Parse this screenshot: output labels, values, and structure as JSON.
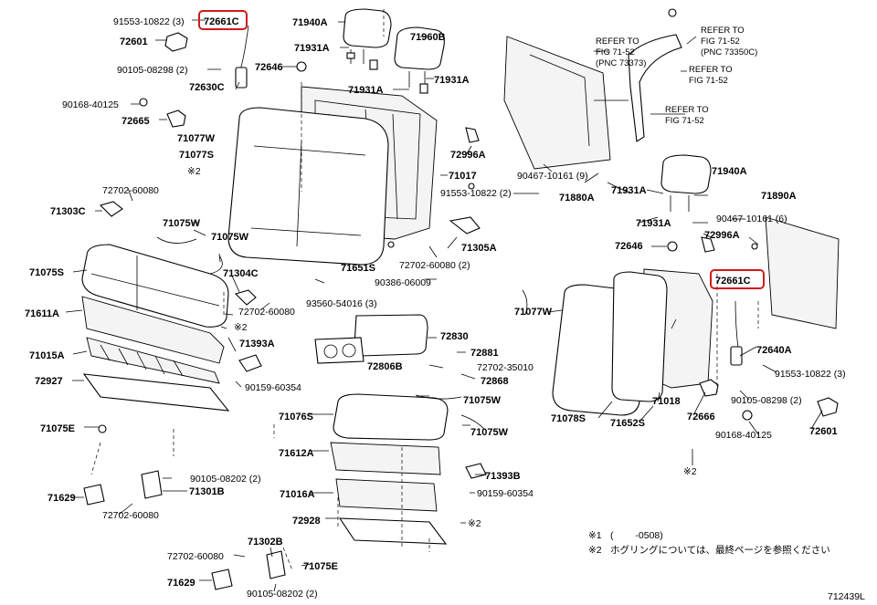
{
  "parts": [
    {
      "id": "p1",
      "label": "91553-10822 (3)"
    },
    {
      "id": "p2",
      "label": "72661C"
    },
    {
      "id": "p3",
      "label": "72601"
    },
    {
      "id": "p4",
      "label": "90105-08298 (2)"
    },
    {
      "id": "p5",
      "label": "72646"
    },
    {
      "id": "p6",
      "label": "72630C"
    },
    {
      "id": "p7",
      "label": "90168-40125"
    },
    {
      "id": "p8",
      "label": "72665"
    },
    {
      "id": "p9",
      "label": "71077W"
    },
    {
      "id": "p10",
      "label": "71077S"
    },
    {
      "id": "p11",
      "label": "※2"
    },
    {
      "id": "p12",
      "label": "72702-60080"
    },
    {
      "id": "p13",
      "label": "71303C"
    },
    {
      "id": "p14",
      "label": "71075W"
    },
    {
      "id": "p15",
      "label": "71075W"
    },
    {
      "id": "p16",
      "label": "71075S"
    },
    {
      "id": "p17",
      "label": "71304C"
    },
    {
      "id": "p18",
      "label": "72702-60080"
    },
    {
      "id": "p19",
      "label": "71611A"
    },
    {
      "id": "p20",
      "label": "※2"
    },
    {
      "id": "p21",
      "label": "71393A"
    },
    {
      "id": "p22",
      "label": "71015A"
    },
    {
      "id": "p23",
      "label": "72927"
    },
    {
      "id": "p24",
      "label": "90159-60354"
    },
    {
      "id": "p25",
      "label": "71075E"
    },
    {
      "id": "p26",
      "label": "90105-08202 (2)"
    },
    {
      "id": "p27",
      "label": "71301B"
    },
    {
      "id": "p28",
      "label": "71629"
    },
    {
      "id": "p29",
      "label": "72702-60080"
    },
    {
      "id": "p30",
      "label": "71940A"
    },
    {
      "id": "p31",
      "label": "71960B"
    },
    {
      "id": "p32",
      "label": "71931A"
    },
    {
      "id": "p33",
      "label": "71931A"
    },
    {
      "id": "p34",
      "label": "71931A"
    },
    {
      "id": "p35",
      "label": "72996A"
    },
    {
      "id": "p36",
      "label": "71017"
    },
    {
      "id": "p37",
      "label": "91553-10822 (2)"
    },
    {
      "id": "p38",
      "label": "71305A"
    },
    {
      "id": "p39",
      "label": "72702-60080 (2)"
    },
    {
      "id": "p40",
      "label": "71651S"
    },
    {
      "id": "p41",
      "label": "90386-06009"
    },
    {
      "id": "p42",
      "label": "93560-54016 (3)"
    },
    {
      "id": "p43",
      "label": "72830"
    },
    {
      "id": "p44",
      "label": "72881"
    },
    {
      "id": "p45",
      "label": "72806B"
    },
    {
      "id": "p46",
      "label": "72702-35010"
    },
    {
      "id": "p47",
      "label": "72868"
    },
    {
      "id": "p48",
      "label": "71075W"
    },
    {
      "id": "p49",
      "label": "71075W"
    },
    {
      "id": "p50",
      "label": "71076S"
    },
    {
      "id": "p51",
      "label": "71612A"
    },
    {
      "id": "p52",
      "label": "71393B"
    },
    {
      "id": "p53",
      "label": "71016A"
    },
    {
      "id": "p54",
      "label": "90159-60354"
    },
    {
      "id": "p55",
      "label": "72928"
    },
    {
      "id": "p56",
      "label": "※2"
    },
    {
      "id": "p57",
      "label": "71302B"
    },
    {
      "id": "p58",
      "label": "72702-60080"
    },
    {
      "id": "p59",
      "label": "71075E"
    },
    {
      "id": "p60",
      "label": "71629"
    },
    {
      "id": "p61",
      "label": "90105-08202 (2)"
    },
    {
      "id": "p62",
      "label": "71880A"
    },
    {
      "id": "p63",
      "label": "90467-10161 (9)"
    },
    {
      "id": "p64",
      "label": "71940A"
    },
    {
      "id": "p65",
      "label": "71931A"
    },
    {
      "id": "p66",
      "label": "71931A"
    },
    {
      "id": "p67",
      "label": "71890A"
    },
    {
      "id": "p68",
      "label": "90467-10161 (6)"
    },
    {
      "id": "p69",
      "label": "72646"
    },
    {
      "id": "p70",
      "label": "72996A"
    },
    {
      "id": "p71",
      "label": "72661C"
    },
    {
      "id": "p72",
      "label": "71077W"
    },
    {
      "id": "p73",
      "label": "72640A"
    },
    {
      "id": "p74",
      "label": "91553-10822 (3)"
    },
    {
      "id": "p75",
      "label": "90105-08298 (2)"
    },
    {
      "id": "p76",
      "label": "71018"
    },
    {
      "id": "p77",
      "label": "72666"
    },
    {
      "id": "p78",
      "label": "71078S"
    },
    {
      "id": "p79",
      "label": "71652S"
    },
    {
      "id": "p80",
      "label": "90168-40125"
    },
    {
      "id": "p81",
      "label": "72601"
    },
    {
      "id": "p82",
      "label": "※2"
    }
  ],
  "refs": [
    {
      "id": "r1",
      "lines": [
        "REFER TO",
        "FIG 71-52",
        "(PNC 73373)"
      ]
    },
    {
      "id": "r2",
      "lines": [
        "REFER TO",
        "FIG 71-52",
        "(PNC 73350C)"
      ]
    },
    {
      "id": "r3",
      "lines": [
        "REFER TO",
        "FIG 71-52"
      ]
    },
    {
      "id": "r4",
      "lines": [
        "REFER TO",
        "FIG 71-52"
      ]
    }
  ],
  "notes": {
    "n1_mark": "※1",
    "n1_text": "(　　 -0508)",
    "n2_mark": "※2",
    "n2_text": "ホグリングについては、最終ページを参照ください"
  },
  "figure_code": "712439L",
  "colors": {
    "highlight": "#d11a1a",
    "ink": "#000000"
  }
}
